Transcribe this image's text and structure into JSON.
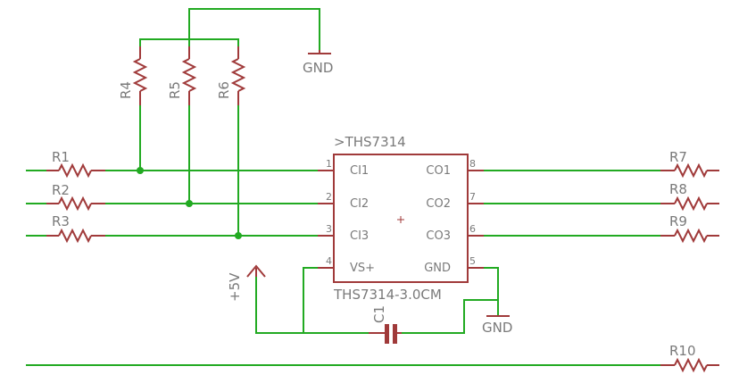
{
  "chip": {
    "name": ">THS7314",
    "value": "THS7314-3.0CM",
    "pins": [
      {
        "num": "1",
        "label": "CI1"
      },
      {
        "num": "2",
        "label": "CI2"
      },
      {
        "num": "3",
        "label": "CI3"
      },
      {
        "num": "4",
        "label": "VS+"
      },
      {
        "num": "8",
        "label": "CO1"
      },
      {
        "num": "7",
        "label": "CO2"
      },
      {
        "num": "6",
        "label": "CO3"
      },
      {
        "num": "5",
        "label": "GND"
      }
    ]
  },
  "resistors": [
    "R1",
    "R2",
    "R3",
    "R4",
    "R5",
    "R6",
    "R7",
    "R8",
    "R9",
    "R10"
  ],
  "capacitor": "C1",
  "gnd_labels": [
    "GND",
    "GND"
  ],
  "supply_label": "+5V",
  "colors": {
    "wire": "#22aa22",
    "part": "#a03a3a",
    "text": "#7a7a7a",
    "background": "#ffffff"
  }
}
